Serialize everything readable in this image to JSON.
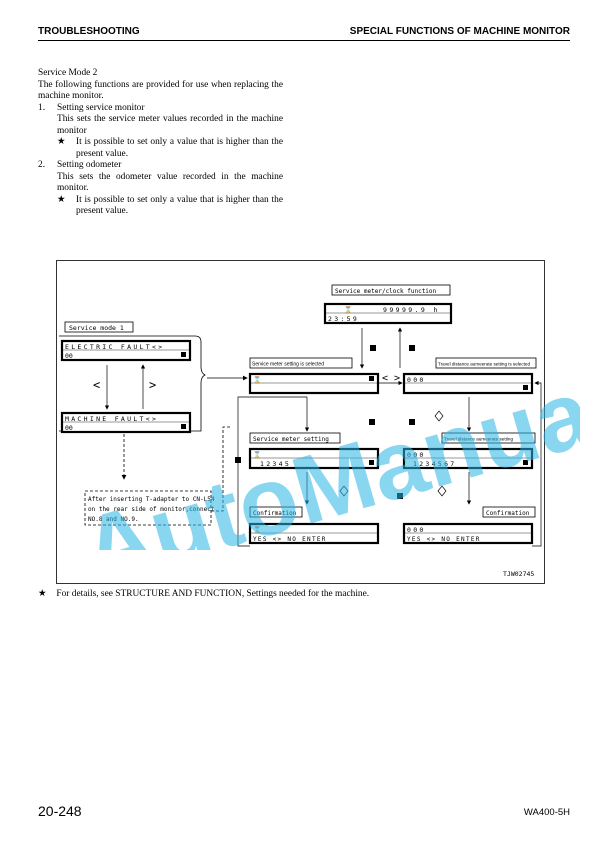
{
  "header": {
    "left": "TROUBLESHOOTING",
    "right": "SPECIAL FUNCTIONS OF MACHINE MONITOR"
  },
  "body": {
    "title": "Service Mode 2",
    "intro": "The following functions are provided for use when replacing the machine monitor.",
    "items": [
      {
        "num": "1.",
        "title": "Setting service monitor",
        "desc": "This sets the service meter values recorded in the machine monitor",
        "note": "It is possible to set only a value that is higher than the present value."
      },
      {
        "num": "2.",
        "title": "Setting odometer",
        "desc": "This sets the odometer value recorded in the machine monitor.",
        "note": "It is possible to set only a value that is higher than the present value."
      }
    ]
  },
  "diagram": {
    "service_mode_label": "Service mode 1",
    "lcd_electric": "ELECTRIC FAULT<>",
    "lcd_machine": "MACHINE FAULT<>",
    "lcd_00": "00",
    "service_meter_clock_label": "Service meter/clock function",
    "lcd_meter_top": "99999.9 h",
    "lcd_time": "23:59",
    "meter_selected_label": "Service meter setting is selected",
    "travel_selected_label": "Travel distance aumeerate setting is selected",
    "meter_setting_label": "Service meter setting",
    "travel_setting_label": "Travel distance aumeerate setting",
    "lcd_meter_value": "12345",
    "lcd_travel_value": "1234567",
    "lcd_000": "000",
    "confirmation_left": "Confirmation",
    "confirmation_right": "Confirmation",
    "lcd_yes_no": "YES <> NO ENTER",
    "note_l1": "After inserting T-adapter to CN-L54",
    "note_l2": "on the rear side of monitor,connect",
    "note_l3": "NO.8 and NO.9.",
    "figure_code": "TJW02745",
    "arrow_left": "<",
    "arrow_right": ">",
    "arrow_lr": "< >"
  },
  "footnote": {
    "star": "★",
    "text": "For details, see STRUCTURE AND FUNCTION, Settings needed for the machine."
  },
  "footer": {
    "page": "20-248",
    "model": "WA400-5H"
  },
  "watermark": {
    "text": "AutoManual",
    "color": "#28b4e6"
  },
  "colors": {
    "text": "#000000",
    "lcd_fill": "#ffffff"
  },
  "icons": {
    "star": "★"
  }
}
